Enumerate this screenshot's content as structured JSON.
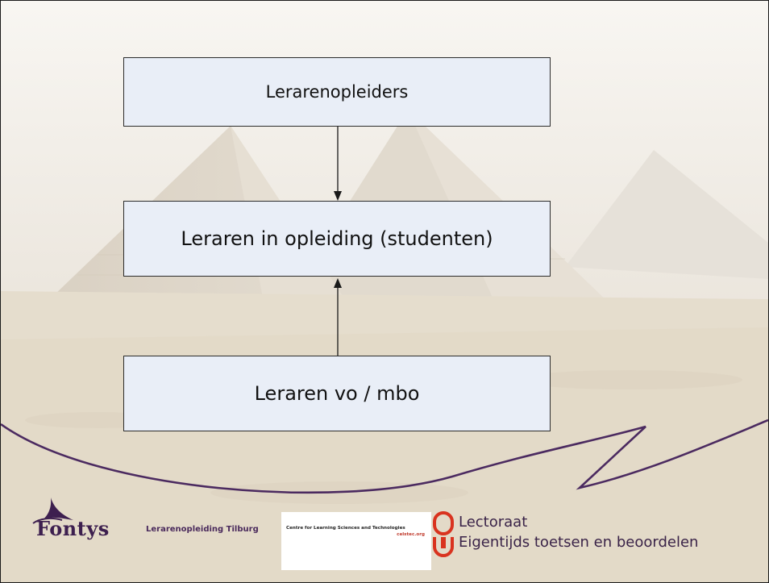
{
  "diagram": {
    "boxes": {
      "top": "Lerarenopleiders",
      "middle": "Leraren in opleiding (studenten)",
      "bottom": "Leraren vo / mbo"
    }
  },
  "footer": {
    "fontys": {
      "wordmark": "Fontys",
      "subtitle": "Lerarenopleiding Tilburg"
    },
    "celstec": {
      "title": "Centre for Learning Sciences and Technologies",
      "url": "celstec.org"
    },
    "lectoraat": {
      "line1": "Lectoraat",
      "line2": "Eigentijds toetsen en beoordelen"
    }
  },
  "colors": {
    "box_fill": "#e9eef7",
    "box_border": "#2b2b2b",
    "swoosh": "#4b2a60",
    "lectoraat_icon": "#d9331f"
  },
  "icons": [
    "fontys-logo-icon",
    "lectoraat-logo-icon"
  ]
}
